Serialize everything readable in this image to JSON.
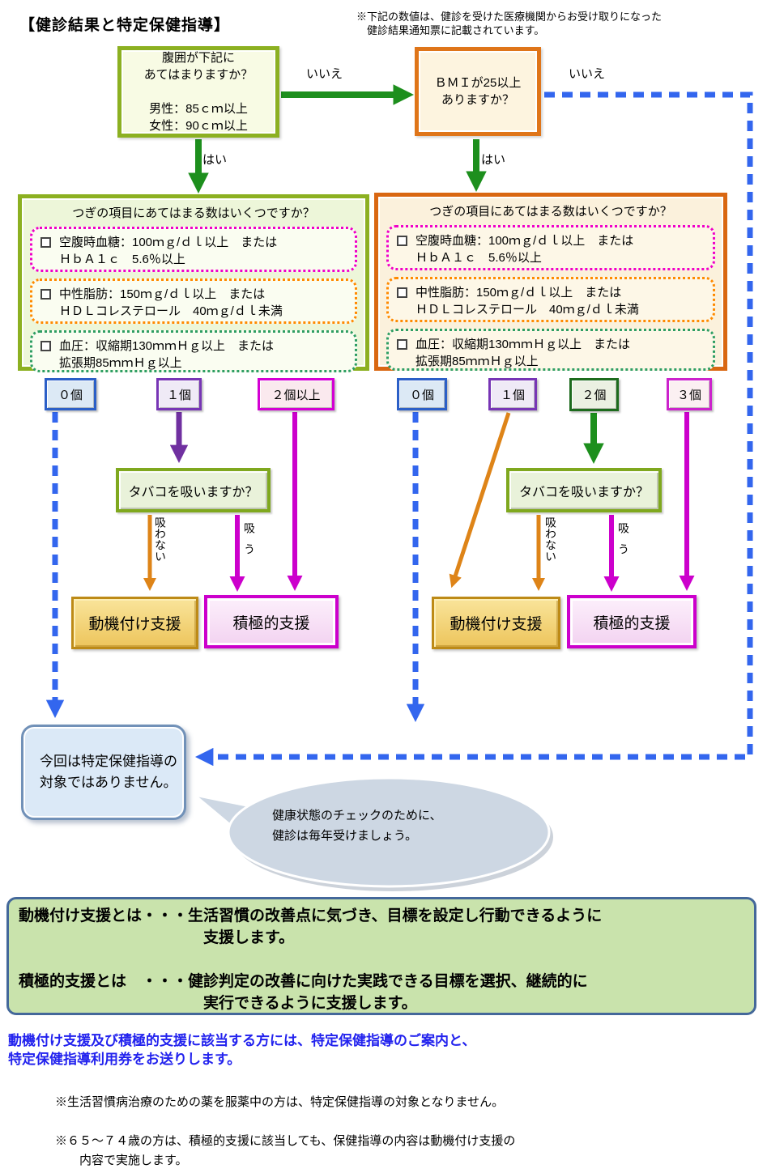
{
  "header": {
    "title": "【健診結果と特定保健指導】",
    "note": "※下記の数値は、健診を受けた医療機関からお受け取りになった\n　健診結果通知票に記載されています。"
  },
  "flow": {
    "waist_box": "腹囲が下記に\nあてはまりますか？\n\n男性：85ｃｍ以上\n女性：90ｃｍ以上",
    "bmi_box": "ＢＭＩが25以上\nありますか？",
    "no_label": "いいえ",
    "yes_label": "はい",
    "checklist_title": "つぎの項目にあてはまる数はいくつですか？",
    "checklist": [
      {
        "text": "空腹時血糖：100ｍｇ/ｄｌ以上　または\nＨｂＡ１ｃ　5.6％以上"
      },
      {
        "text": "中性脂肪：150ｍｇ/ｄｌ以上　または\nＨＤＬコレステロール　40ｍｇ/ｄｌ未満"
      },
      {
        "text": "血圧：収縮期130ｍｍＨｇ以上　または\n拡張期85ｍｍＨｇ以上"
      }
    ],
    "counts_left": [
      "０個",
      "１個",
      "２個以上"
    ],
    "counts_right": [
      "０個",
      "１個",
      "２個",
      "３個"
    ],
    "smoking_question": "タバコを吸いますか？",
    "smoking_no": "吸わない",
    "smoking_yes": "吸う",
    "outcome_motivational": "動機付け支援",
    "outcome_active": "積極的支援",
    "no_guidance_box": "今回は特定保健指導の\n対象ではありません。",
    "bubble_note": "健康状態のチェックのために、\n健診は毎年受けましょう。"
  },
  "definitions": {
    "text": "動機付け支援とは・・・生活習慣の改善点に気づき、目標を設定し行動できるように\n　　　　　　　　　　　　支援します。\n\n積極的支援とは　・・・健診判定の改善に向けた実践できる目標を選択、継続的に\n　　　　　　　　　　　　実行できるように支援します。"
  },
  "notice": {
    "blue_text": "動機付け支援及び積極的支援に該当する方には、特定保健指導のご案内と、\n特定保健指導利用券をお送りします。"
  },
  "footnotes": [
    "※生活習慣病治療のための薬を服薬中の方は、特定保健指導の対象となりません。",
    "※６５～７４歳の方は、積極的支援に該当しても、保健指導の内容は動機付け支援の\n　　内容で実施します。"
  ],
  "colors": {
    "green_border": "#8CB021",
    "orange_border": "#D96712",
    "arrow_green": "#1D8F1D",
    "arrow_blue_dashed": "#3366EE",
    "arrow_purple": "#7030A0",
    "arrow_magenta": "#CC00CC",
    "arrow_orange": "#DE8418",
    "item_border_glucose": "#F000C8",
    "item_border_lipid": "#FF8A00",
    "item_border_blood_pressure": "#2E9E63",
    "count_blue": "#2B5FC7",
    "count_purple": "#7735B5",
    "count_magenta": "#D400D4",
    "count_green": "#1D6B1D",
    "outcome_gold_border": "#BD8A16",
    "definition_bg": "#C9E3AC",
    "notice_text_blue": "#2222EE"
  }
}
